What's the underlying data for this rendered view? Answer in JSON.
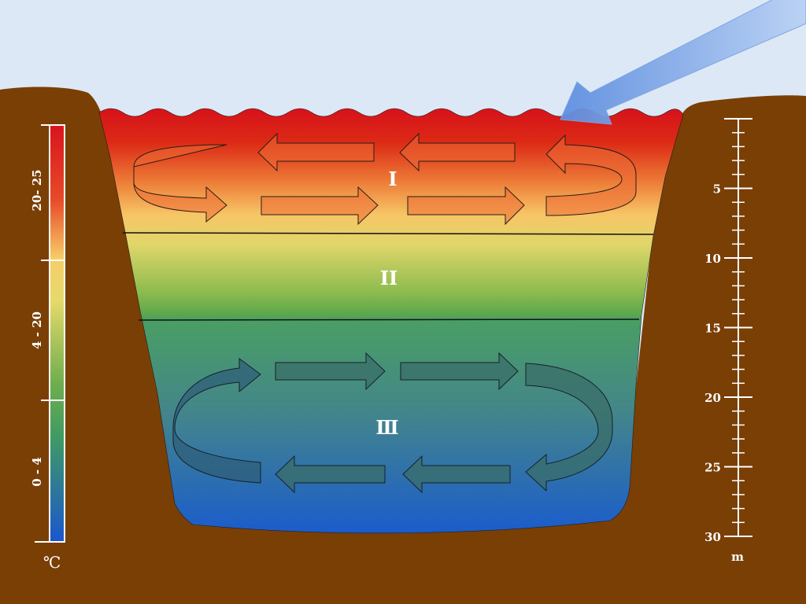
{
  "zones": [
    {
      "label": "I"
    },
    {
      "label": "II"
    },
    {
      "label": "Ⅲ"
    }
  ],
  "temperature_scale": {
    "unit": "℃",
    "ranges": [
      "20- 25",
      "4 - 20",
      "0 - 4"
    ]
  },
  "depth_scale": {
    "unit": "m",
    "min": 0,
    "max": 30,
    "labeled_ticks": [
      5,
      10,
      15,
      20,
      25,
      30
    ]
  },
  "colors": {
    "sky": "#dde8f6",
    "soil": "#7a3f05",
    "epilimnion_top": "#d9141b",
    "metalimnion": "#a7c84d",
    "hypolimnion_bottom": "#1e5fc5",
    "sunlight": "#8fb6ee"
  }
}
